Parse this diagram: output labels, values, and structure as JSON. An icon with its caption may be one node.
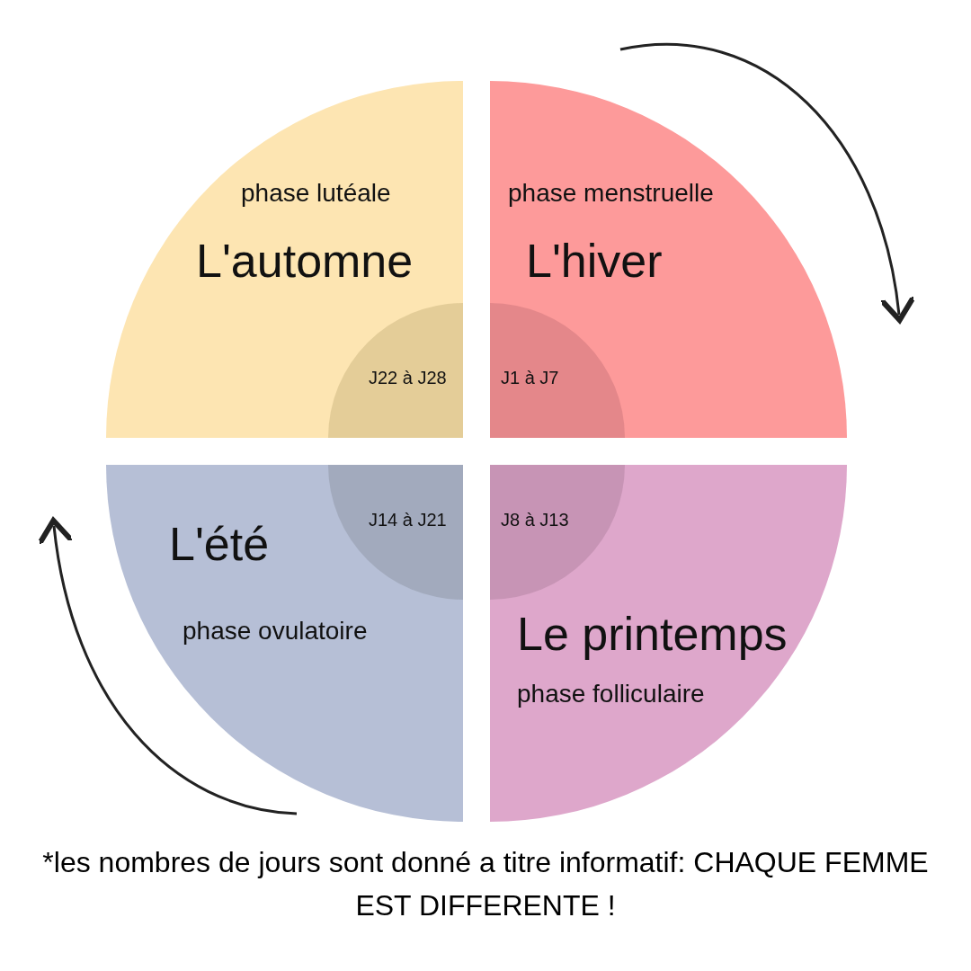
{
  "diagram": {
    "nodes": [
      {
        "text": [
          "phase lutéale",
          "L'automne"
        ]
      },
      {
        "text": [
          "J22 à J28"
        ],
        "in": 0
      },
      {
        "text": [
          "phase menstruelle",
          "L'hiver"
        ]
      },
      {
        "text": [
          "J1 à J7"
        ],
        "in": 2
      },
      {
        "text": [
          "L'été",
          "phase ovulatoire"
        ]
      },
      {
        "text": [
          "J14 à J21"
        ],
        "in": 4
      },
      {
        "text": [
          "Le printemps",
          "phase folliculaire"
        ]
      },
      {
        "text": [
          "J8 à J13"
        ],
        "in": 6
      }
    ],
    "caption": "*les nombres de jours sont donné a titre informatif: CHAQUE FEMME EST DIFFERENTE !"
  }
}
